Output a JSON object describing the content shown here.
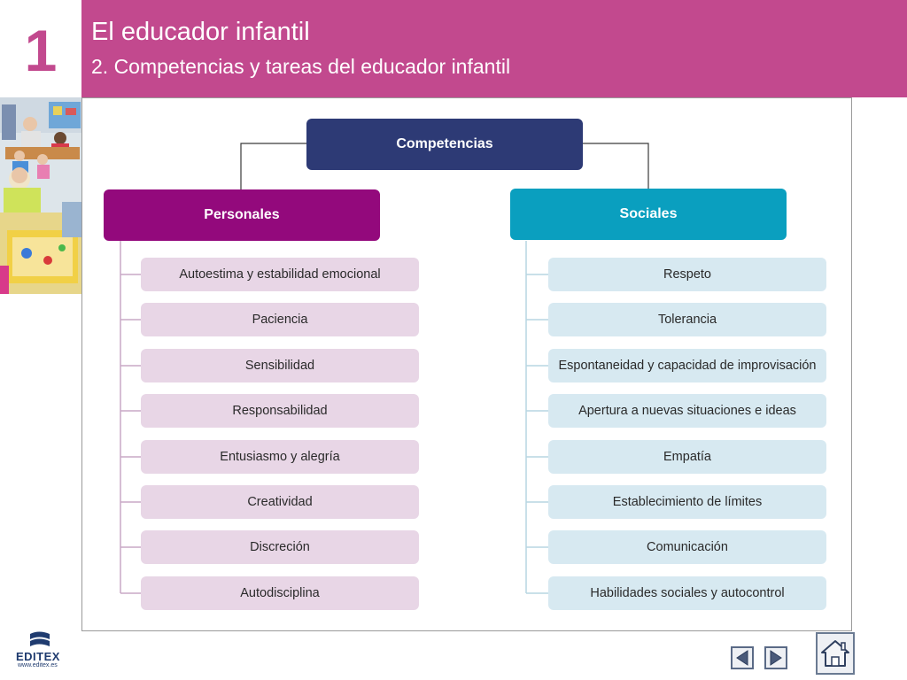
{
  "header": {
    "chapter_number": "1",
    "title": "El educador infantil",
    "subtitle": "2. Competencias y tareas del educador infantil"
  },
  "diagram": {
    "root": "Competencias",
    "personal": {
      "title": "Personales",
      "items": [
        "Autoestima y estabilidad emocional",
        "Paciencia",
        "Sensibilidad",
        "Responsabilidad",
        "Entusiasmo y alegría",
        "Creatividad",
        "Discreción",
        "Autodisciplina"
      ]
    },
    "social": {
      "title": "Sociales",
      "items": [
        "Respeto",
        "Tolerancia",
        "Espontaneidad y capacidad de improvisación",
        "Apertura a nuevas situaciones e ideas",
        "Empatía",
        "Establecimiento de límites",
        "Comunicación",
        "Habilidades sociales y autocontrol"
      ]
    }
  },
  "footer": {
    "logo_text": "EDITEX",
    "logo_url": "www.editex.es"
  },
  "colors": {
    "header_bg": "#c2498e",
    "root_bg": "#2d3a75",
    "personal_bg": "#93097c",
    "social_bg": "#0a9fbf",
    "personal_item_bg": "#e8d6e6",
    "social_item_bg": "#d7e9f1"
  }
}
